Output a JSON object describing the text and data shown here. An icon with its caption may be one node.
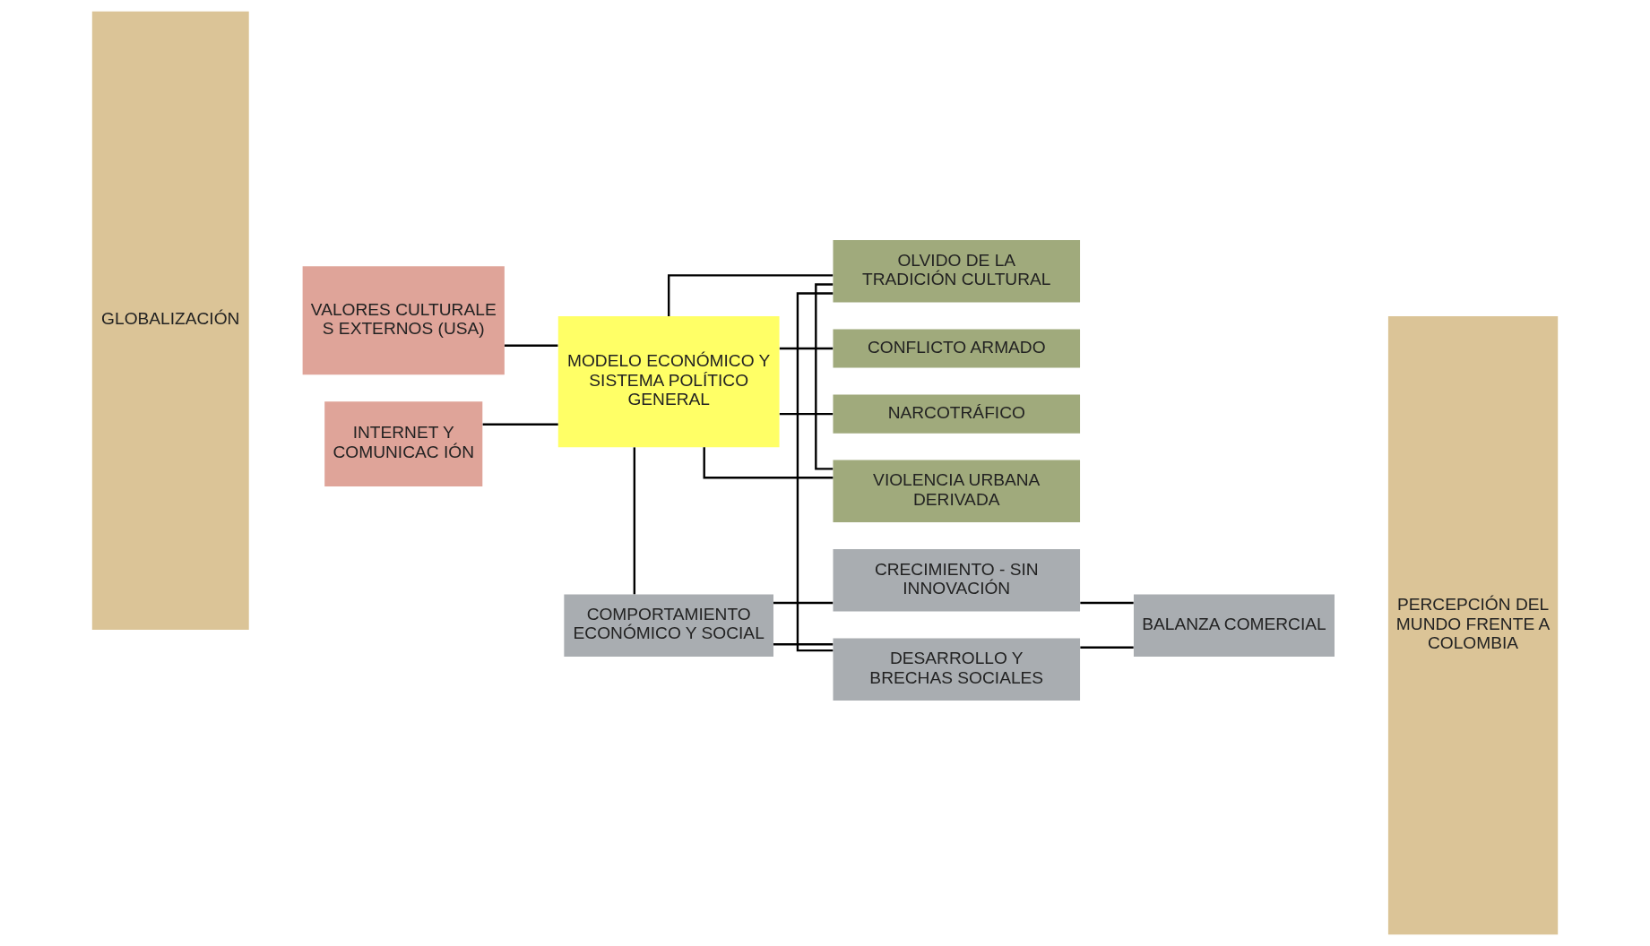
{
  "diagram": {
    "nodes": [
      {
        "text": [
          "GLOBALIZACIÓN"
        ]
      },
      {
        "text": [
          "VALORES CULTURALE S EXTERNOS (USA)"
        ]
      },
      {
        "text": [
          "INTERNET Y COMUNICAC IÓN"
        ]
      },
      {
        "text": [
          "MODELO ECONÓMICO Y SISTEMA POLÍTICO GENERAL"
        ]
      },
      {
        "text": [
          "OLVIDO DE LA TRADICIÓN CULTURAL"
        ]
      },
      {
        "text": [
          "CONFLICTO ARMADO"
        ]
      },
      {
        "text": [
          "NARCOTRÁFICO"
        ]
      },
      {
        "text": [
          "VIOLENCIA URBANA DERIVADA"
        ]
      },
      {
        "text": [
          "COMPORTAMIENTO ECONÓMICO Y SOCIAL"
        ]
      },
      {
        "text": [
          "CRECIMIENTO - SIN INNOVACIÓN"
        ]
      },
      {
        "text": [
          "DESARROLLO Y BRECHAS SOCIALES"
        ]
      },
      {
        "text": [
          "BALANZA COMERCIAL"
        ]
      },
      {
        "text": [
          "PERCEPCIÓN DEL MUNDO FRENTE A COLOMBIA"
        ]
      }
    ],
    "edges": [
      {
        "from": 1,
        "to": 3,
        "arrow": "none"
      },
      {
        "from": 2,
        "to": 3,
        "arrow": "none"
      },
      {
        "from": 3,
        "to": 4,
        "arrow": "none"
      },
      {
        "from": 3,
        "to": 5,
        "arrow": "none"
      },
      {
        "from": 3,
        "to": 6,
        "arrow": "none"
      },
      {
        "from": 3,
        "to": 7,
        "arrow": "none"
      },
      {
        "from": 4,
        "to": 7,
        "arrow": "none"
      },
      {
        "from": 3,
        "to": 8,
        "arrow": "none"
      },
      {
        "from": 8,
        "to": 9,
        "arrow": "none"
      },
      {
        "from": 8,
        "to": 10,
        "arrow": "none"
      },
      {
        "from": 9,
        "to": 11,
        "arrow": "none"
      },
      {
        "from": 10,
        "to": 11,
        "arrow": "none"
      },
      {
        "from": 10,
        "to": 4,
        "arrow": "none"
      }
    ]
  }
}
